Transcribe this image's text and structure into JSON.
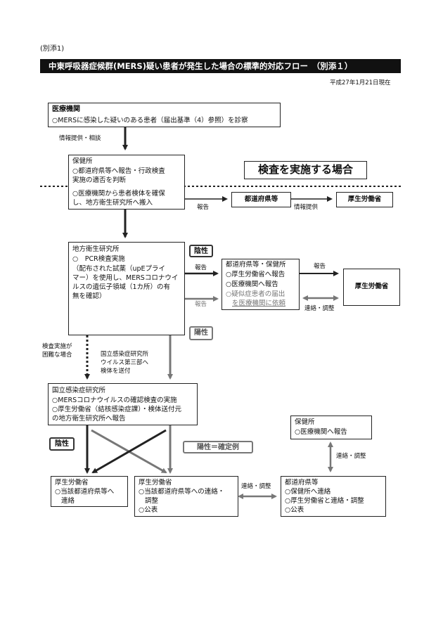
{
  "header": {
    "annex_label": "(別添1)",
    "title": "中東呼吸器症候群(MERS)疑い患者が発生した場合の標準的対応フロー　（別添１）",
    "date": "平成27年1月21日現在"
  },
  "section_label": "検査を実施する場合",
  "medical": {
    "title": "医療機関",
    "line1": "○MERSに感染した疑いのある患者（届出基準（4）参照）を診察"
  },
  "label_info_consult": "情報提供・相談",
  "hokenjo": {
    "title": "保健所",
    "line1": "○都道府県等へ報告・行政検査",
    "line2": "実施の適否を判断",
    "line3": "○医療機関から患者検体を確保",
    "line4": "し、地方衛生研究所へ搬入"
  },
  "label_report1": "報告",
  "pref_top": {
    "title": "都道府県等"
  },
  "label_info_provide": "情報提供",
  "mhlw_top": {
    "title": "厚生労働省"
  },
  "chiho": {
    "title": "地方衛生研究所",
    "line1": "○　PCR検査実施",
    "line2": "（配布された試薬（upEプライ",
    "line3": "マー）を使用し、MERSコロナウイ",
    "line4": "ルスの遺伝子領域（1カ所）の有",
    "line5": "無を確認）"
  },
  "negative1": "陰性",
  "positive1": "陽性",
  "label_report2": "報告",
  "label_report3": "報告",
  "pref_hokenjo": {
    "title": "都道府県等・保健所",
    "line1": "○厚生労働省へ報告",
    "line2": "○医療機関へ報告",
    "line3": "○疑似症患者の届出",
    "line4": "を医療機関に依頼"
  },
  "label_report4": "報告",
  "mhlw_mid": {
    "title": "厚生労働省"
  },
  "label_coord1": "連絡・調整",
  "label_difficult_1": "検査実施が",
  "label_difficult_2": "困難な場合",
  "label_niid_send_1": "国立感染症研究所",
  "label_niid_send_2": "ウイルス第三部へ",
  "label_niid_send_3": "検体を送付",
  "niid": {
    "title": "国立感染症研究所",
    "line1": "○MERSコロナウイルスの確認検査の実施",
    "line2": "○厚生労働省（結核感染症課）・検体送付元",
    "line3": "の地方衛生研究所へ報告"
  },
  "negative2": "陰性",
  "positive_confirmed": "陽性＝確定例",
  "hokenjo_bottom": {
    "title": "保健所",
    "line1": "○医療機関へ報告"
  },
  "label_coord2": "連絡・調整",
  "mhlw_left": {
    "title": "厚生労働省",
    "line1": "○当該都道府県等へ",
    "line2": "連絡"
  },
  "mhlw_center": {
    "title": "厚生労働省",
    "line1": "○当該都道府県等への連絡・",
    "line2": "調整",
    "line3": "○公表"
  },
  "label_coord3": "連絡・調整",
  "pref_bottom": {
    "title": "都道府県等",
    "line1": "○保健所へ連絡",
    "line2": "○厚生労働省と連絡・調整",
    "line3": "○公表"
  }
}
